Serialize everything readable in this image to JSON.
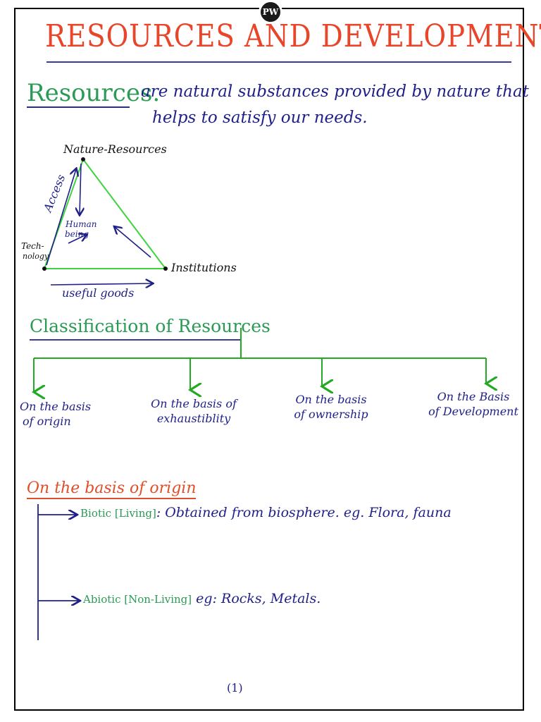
{
  "logo": {
    "text": "PW"
  },
  "title": "RESOURCES AND DEVELOPMENT",
  "resources": {
    "heading": "Resources.",
    "definition_line1": "are natural substances provided by nature that",
    "definition_line2": "helps to satisfy our needs."
  },
  "diagram": {
    "top": "Nature-Resources",
    "left_line1": "Tech-",
    "left_line2": "nology",
    "right": "Institutions",
    "center_line1": "Human",
    "center_line2": "being",
    "left_edge": "Access",
    "bottom": "useful goods"
  },
  "classification": {
    "heading": "Classification of Resources",
    "branches": [
      {
        "line1": "On the basis",
        "line2": "of origin"
      },
      {
        "line1": "On the basis of",
        "line2": "exhaustiblity"
      },
      {
        "line1": "On the basis",
        "line2": "of ownership"
      },
      {
        "line1": "On the Basis",
        "line2": "of Development"
      }
    ]
  },
  "origin": {
    "heading": "On the basis of origin",
    "items": [
      {
        "label": "Biotic [Living]",
        "sep": ":",
        "desc": " Obtained from biosphere. eg. Flora, fauna"
      },
      {
        "label": "Abiotic [Non-Living]",
        "sep": "",
        "desc": " eg: Rocks, Metals."
      }
    ]
  },
  "page_number": "(1)"
}
